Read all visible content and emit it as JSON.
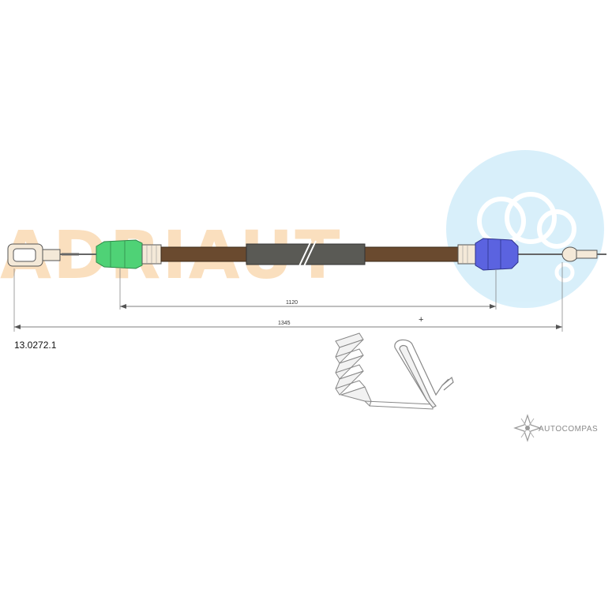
{
  "part_number": "13.0272.1",
  "dimensions": {
    "inner_length": "1120",
    "total_length": "1345"
  },
  "watermark_text": "ADRIAUT",
  "plus_mark": "+",
  "brand_logo_text": "AUTOCOMPAS",
  "colors": {
    "cable_sheath": "#6a4a2f",
    "left_fitting": "#4fd276",
    "right_fitting": "#5b63e0",
    "watermark_orange": "#f7c58a",
    "watermark_blue": "#b9e3f7",
    "dimension_line": "#555555"
  },
  "icons": [
    "eyelet-end",
    "ball-end",
    "coil-spring",
    "clip-spring",
    "compass-star-logo"
  ]
}
